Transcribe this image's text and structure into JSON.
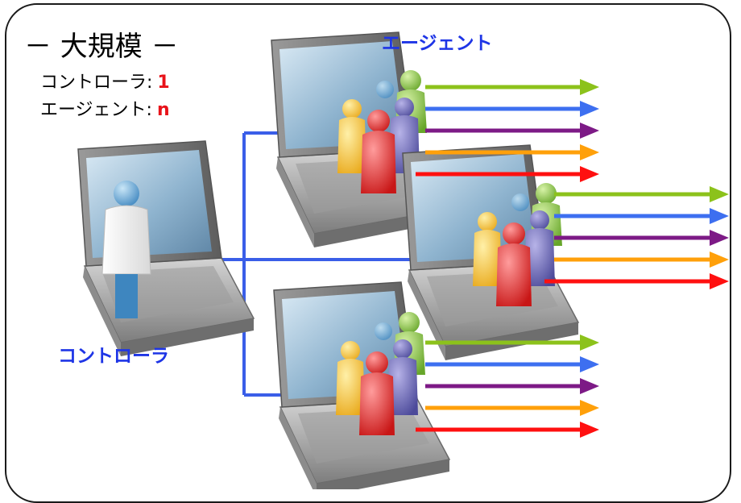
{
  "title": "－ 大規模 －",
  "stats": [
    {
      "label": "コントローラ:",
      "value": "1"
    },
    {
      "label": "エージェント:",
      "value": "n"
    }
  ],
  "agent_label": "エージェント",
  "controller_label": "コントローラ",
  "colors": {
    "frame": "#1a1a1a",
    "link": "#3a5ee8",
    "label_blue": "#1e35e6",
    "value_red": "#e8131a",
    "arrows": [
      "#8cc21b",
      "#3d6ff0",
      "#7d1a86",
      "#ffa00a",
      "#ff1010"
    ]
  },
  "icons": {
    "controller": "laptop-with-operator-icon",
    "agent": "laptop-with-users-icon",
    "traffic": "arrow-right-icon"
  }
}
